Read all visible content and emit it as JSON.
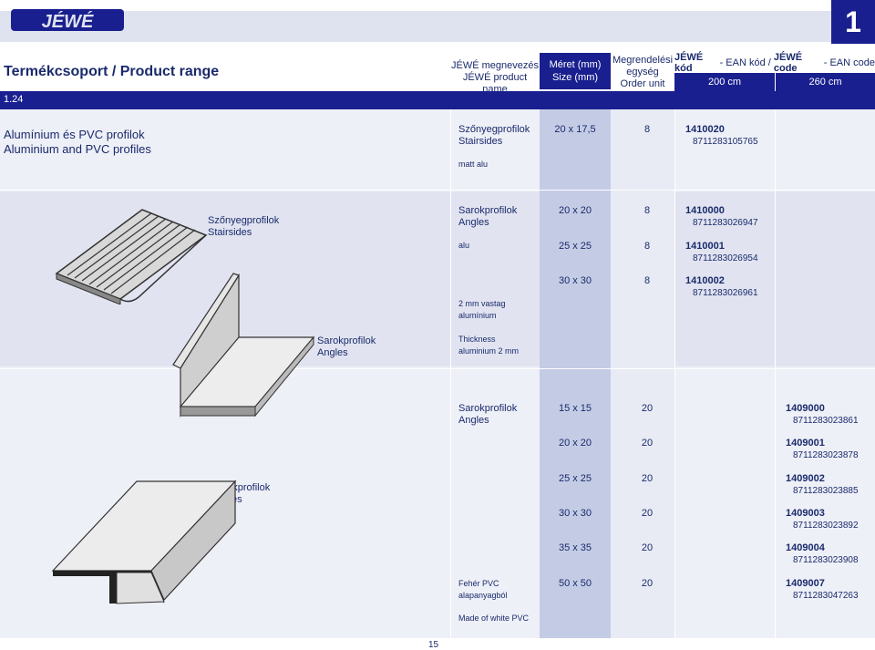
{
  "brand": "JÉWÉ",
  "page_number_badge": "1",
  "title": "Termékcsoport / Product range",
  "headers": {
    "name_hu": "JÉWÉ megnevezés",
    "name_en": "JÉWÉ product name",
    "size_hu": "Méret (mm)",
    "size_en": "Size (mm)",
    "unit_l1": "Megrendelési",
    "unit_l2": "egység",
    "unit_l3": "Order unit",
    "code_a": "JÉWÉ kód",
    "code_b": " - EAN kód / ",
    "code_c": "JÉWÉ code",
    "code_d": " - EAN code",
    "len_200": "200 cm",
    "len_260": "260 cm"
  },
  "section": "1.24",
  "category": {
    "hu": "Alumínium és PVC profilok",
    "en": "Aluminium and PVC profiles"
  },
  "group1": {
    "name_hu": "Szőnyegprofilok",
    "name_en": "Stairsides",
    "size": "20 x 17,5",
    "unit": "8",
    "code": "1410020",
    "ean": "8711283105765",
    "note": "matt alu"
  },
  "group2": {
    "image_label_hu": "Szőnyegprofilok",
    "image_label_en": "Stairsides",
    "image2_label_hu": "Sarokprofilok",
    "image2_label_en": "Angles",
    "name_hu": "Sarokprofilok",
    "name_en": "Angles",
    "material": "alu",
    "note1": "2 mm vastag",
    "note2": "alumínium",
    "note3": "Thickness",
    "note4": "aluminium 2 mm",
    "rows": [
      {
        "size": "20 x 20",
        "unit": "8",
        "code": "1410000",
        "ean": "8711283026947"
      },
      {
        "size": "25 x 25",
        "unit": "8",
        "code": "1410001",
        "ean": "8711283026954"
      },
      {
        "size": "30 x 30",
        "unit": "8",
        "code": "1410002",
        "ean": "8711283026961"
      }
    ]
  },
  "group3": {
    "image_label_hu": "Sarokprofilok",
    "image_label_en": "Angles",
    "name_hu": "Sarokprofilok",
    "name_en": "Angles",
    "note1": "Fehér PVC",
    "note2": "alapanyagból",
    "note3": "Made of white PVC",
    "rows": [
      {
        "size": "15 x 15",
        "unit": "20",
        "code": "1409000",
        "ean": "8711283023861"
      },
      {
        "size": "20 x 20",
        "unit": "20",
        "code": "1409001",
        "ean": "8711283023878"
      },
      {
        "size": "25 x 25",
        "unit": "20",
        "code": "1409002",
        "ean": "8711283023885"
      },
      {
        "size": "30 x 30",
        "unit": "20",
        "code": "1409003",
        "ean": "8711283023892"
      },
      {
        "size": "35 x 35",
        "unit": "20",
        "code": "1409004",
        "ean": "8711283023908"
      },
      {
        "size": "50 x 50",
        "unit": "20",
        "code": "1409007",
        "ean": "8711283047263"
      }
    ]
  },
  "footer_page": "15",
  "colors": {
    "accent": "#1a1f8f",
    "text": "#1a2a6c",
    "band": "#dfe3ef",
    "size_col": "#c4cce5"
  }
}
